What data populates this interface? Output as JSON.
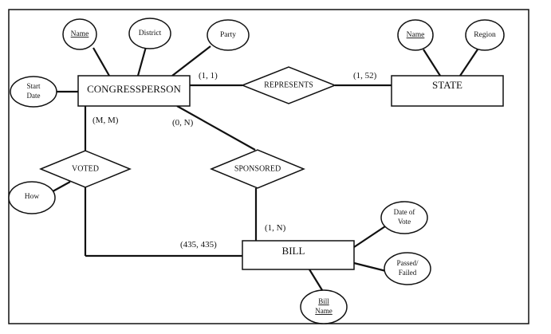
{
  "entities": {
    "congressperson": "CONGRESSPERSON",
    "state": "STATE",
    "bill": "BILL"
  },
  "relationships": {
    "represents": "REPRESENTS",
    "voted": "VOTED",
    "sponsored": "SPONSORED"
  },
  "attributes": {
    "cp_name": "Name",
    "cp_district": "District",
    "cp_party": "Party",
    "cp_start_date_line1": "Start",
    "cp_start_date_line2": "Date",
    "state_name": "Name",
    "state_region": "Region",
    "voted_how": "How",
    "bill_date_line1": "Date of",
    "bill_date_line2": "Vote",
    "bill_passed_line1": "Passed/",
    "bill_passed_line2": "Failed",
    "bill_name_line1": "Bill",
    "bill_name_line2": "Name"
  },
  "cardinalities": {
    "cp_represents": "(1, 1)",
    "state_represents": "(1, 52)",
    "cp_voted": "(M, M)",
    "cp_sponsored": "(0, N)",
    "bill_sponsored": "(1, N)",
    "bill_voted": "(435, 435)"
  }
}
